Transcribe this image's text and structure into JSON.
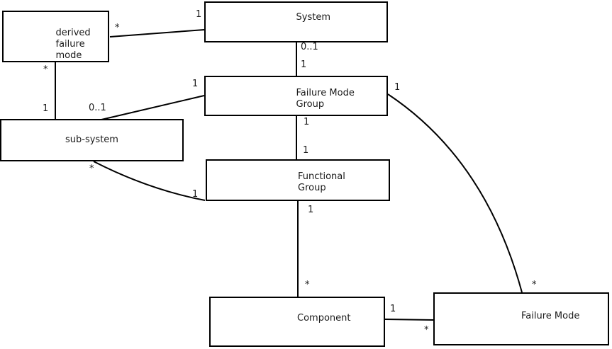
{
  "diagram_type": "uml-association-diagram",
  "colors": {
    "background": "#ffffff",
    "box_fill": "#ffffff",
    "box_border": "#000000",
    "line": "#000000",
    "text": "#1a1a1a"
  },
  "entities": {
    "derived_failure_mode": {
      "lines": [
        "derived",
        "failure",
        "mode"
      ]
    },
    "system": {
      "label": "System"
    },
    "failure_mode_group": {
      "lines": [
        "Failure Mode",
        "Group"
      ]
    },
    "sub_system": {
      "label": "sub-system"
    },
    "functional_group": {
      "lines": [
        "Functional",
        "Group"
      ]
    },
    "component": {
      "label": "Component"
    },
    "failure_mode": {
      "label": "Failure Mode"
    }
  },
  "multiplicities": {
    "system_derived": {
      "at_system": "1",
      "at_derived": "*"
    },
    "system_fmg": {
      "at_system": "0..1",
      "at_fmg": "1"
    },
    "derived_subsystem": {
      "at_derived": "*",
      "at_subsystem": "1"
    },
    "fmg_subsystem": {
      "at_fmg": "1",
      "at_subsystem": "0..1"
    },
    "fmg_functional_group": {
      "at_fmg": "1",
      "at_fg": "1"
    },
    "subsystem_functional_group": {
      "at_subsystem": "*",
      "at_fg": "1"
    },
    "functional_group_component": {
      "at_fg": "1",
      "at_component": "*"
    },
    "component_failure_mode": {
      "at_component": "1",
      "at_failure_mode": "*"
    },
    "fmg_failure_mode": {
      "at_fmg": "1",
      "at_failure_mode": "*"
    }
  }
}
